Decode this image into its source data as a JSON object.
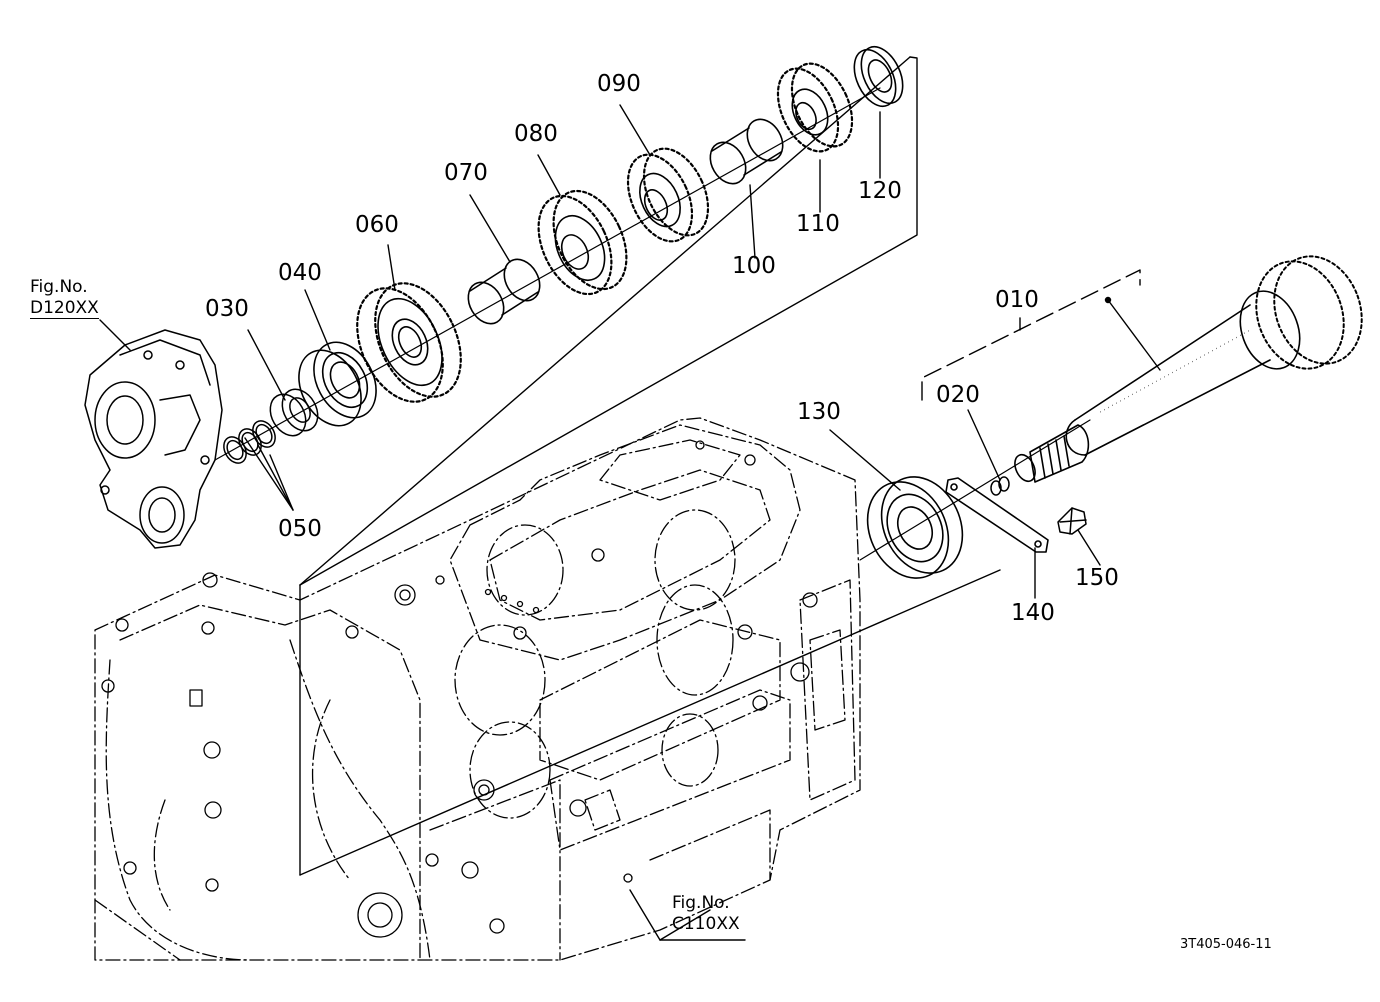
{
  "parts": [
    {
      "number": "010"
    },
    {
      "number": "020"
    },
    {
      "number": "030"
    },
    {
      "number": "040"
    },
    {
      "number": "050"
    },
    {
      "number": "060"
    },
    {
      "number": "070"
    },
    {
      "number": "080"
    },
    {
      "number": "090"
    },
    {
      "number": "100"
    },
    {
      "number": "110"
    },
    {
      "number": "120"
    },
    {
      "number": "130"
    },
    {
      "number": "140"
    },
    {
      "number": "150"
    }
  ],
  "references": [
    {
      "prefix": "Fig.No.",
      "code": "D120XX"
    },
    {
      "prefix": "Fig.No.",
      "code": "C110XX"
    }
  ],
  "figure_id": "3T405-046-11"
}
